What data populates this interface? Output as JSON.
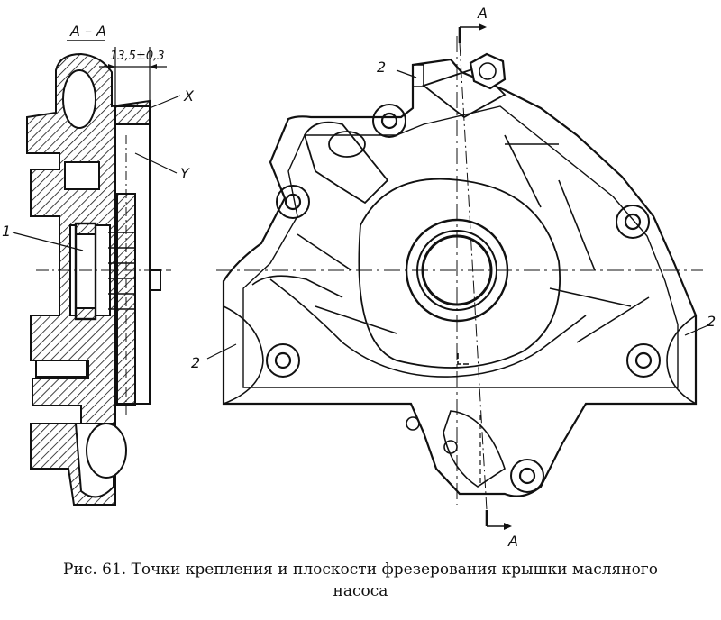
{
  "figure": {
    "section_label": "А – А",
    "dimension": "13,5±0,3",
    "callouts": {
      "x": "X",
      "y": "Y",
      "part_1": "1",
      "part_2": "2",
      "section_mark": "А"
    }
  },
  "caption": {
    "line1": "Рис. 61. Точки крепления и плоскости фрезерования крышки масляного",
    "line2": "насоса"
  }
}
